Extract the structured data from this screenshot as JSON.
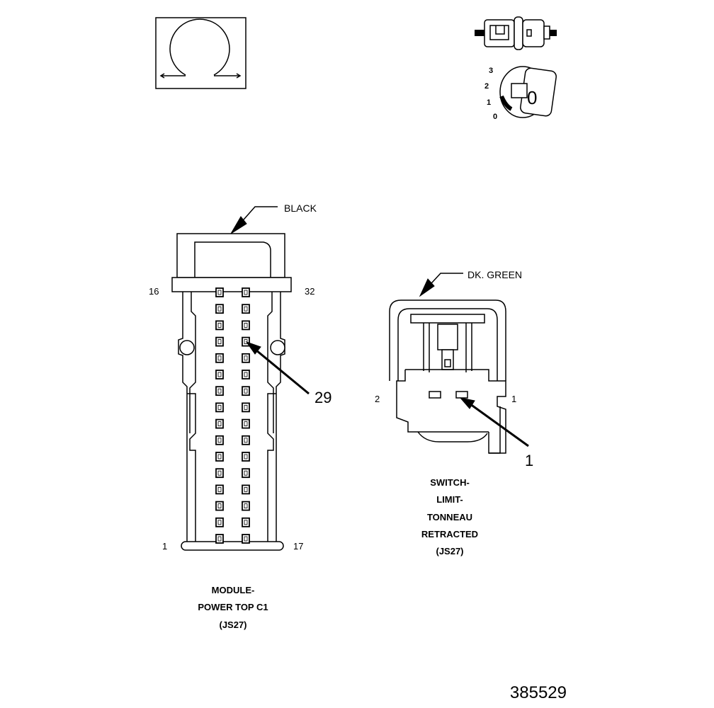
{
  "icons": {
    "omega_symbol": "omega-connector-symbol-icon",
    "connector_pair": "mating-connector-icon",
    "key_switch": "ignition-key-icon"
  },
  "key_positions": [
    "3",
    "2",
    "1",
    "0"
  ],
  "key_label": "0",
  "module_connector": {
    "color_label": "BLACK",
    "pin_labels": {
      "top_left": "16",
      "top_right": "32",
      "bottom_left": "1",
      "bottom_right": "17"
    },
    "callout": "29",
    "caption_lines": [
      "MODULE-",
      "POWER TOP C1",
      "(JS27)"
    ]
  },
  "switch_connector": {
    "color_label": "DK. GREEN",
    "pin_labels": {
      "left": "2",
      "right": "1"
    },
    "callout": "1",
    "caption_lines": [
      "SWITCH-",
      "LIMIT-",
      "TONNEAU",
      "RETRACTED",
      "(JS27)"
    ]
  },
  "figure_number": "385529"
}
